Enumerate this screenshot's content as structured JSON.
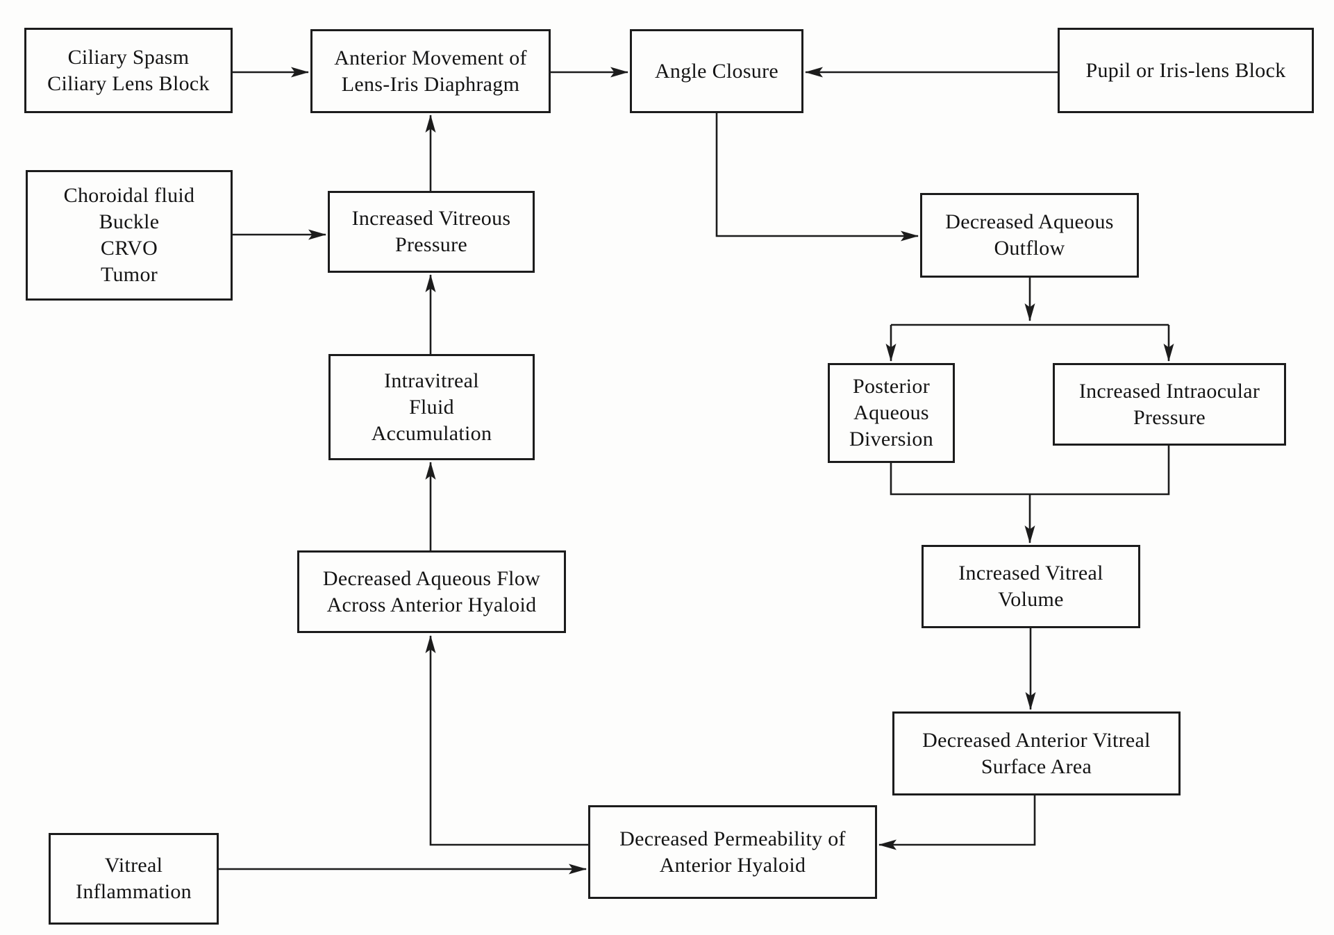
{
  "diagram": {
    "title": "Angle closure / aqueous misdirection pathophysiology flowchart",
    "boxes": {
      "ciliary": {
        "label": "Ciliary Spasm\nCiliary Lens Block"
      },
      "anterior": {
        "label": "Anterior Movement of\nLens-Iris Diaphragm"
      },
      "angle": {
        "label": "Angle Closure"
      },
      "pupil": {
        "label": "Pupil or Iris-lens Block"
      },
      "choroidal": {
        "label": "Choroidal fluid\nBuckle\nCRVO\nTumor"
      },
      "ivp": {
        "label": "Increased Vitreous\nPressure"
      },
      "intravitreal": {
        "label": "Intravitreal\nFluid\nAccumulation"
      },
      "daf": {
        "label": "Decreased Aqueous Flow\nAcross Anterior Hyaloid"
      },
      "dao": {
        "label": "Decreased Aqueous\nOutflow"
      },
      "pad": {
        "label": "Posterior\nAqueous\nDiversion"
      },
      "iip": {
        "label": "Increased Intraocular\nPressure"
      },
      "ivv": {
        "label": "Increased Vitreal\nVolume"
      },
      "davsa": {
        "label": "Decreased Anterior Vitreal\nSurface Area"
      },
      "dpah": {
        "label": "Decreased Permeability of\nAnterior Hyaloid"
      },
      "vitreal": {
        "label": "Vitreal\nInflammation"
      }
    },
    "edges": [
      {
        "from": "ciliary",
        "to": "anterior"
      },
      {
        "from": "anterior",
        "to": "angle"
      },
      {
        "from": "pupil",
        "to": "angle"
      },
      {
        "from": "ivp",
        "to": "anterior"
      },
      {
        "from": "choroidal",
        "to": "ivp"
      },
      {
        "from": "intravitreal",
        "to": "ivp"
      },
      {
        "from": "daf",
        "to": "intravitreal"
      },
      {
        "from": "angle",
        "to": "dao"
      },
      {
        "from": "dao",
        "to": "pad"
      },
      {
        "from": "dao",
        "to": "iip"
      },
      {
        "from": "pad",
        "to": "ivv"
      },
      {
        "from": "iip",
        "to": "ivv"
      },
      {
        "from": "ivv",
        "to": "davsa"
      },
      {
        "from": "davsa",
        "to": "dpah"
      },
      {
        "from": "dpah",
        "to": "daf"
      },
      {
        "from": "vitreal",
        "to": "dpah"
      }
    ]
  },
  "colors": {
    "background": "#fdfdfc",
    "line": "#1c1c1c",
    "text": "#141414"
  }
}
